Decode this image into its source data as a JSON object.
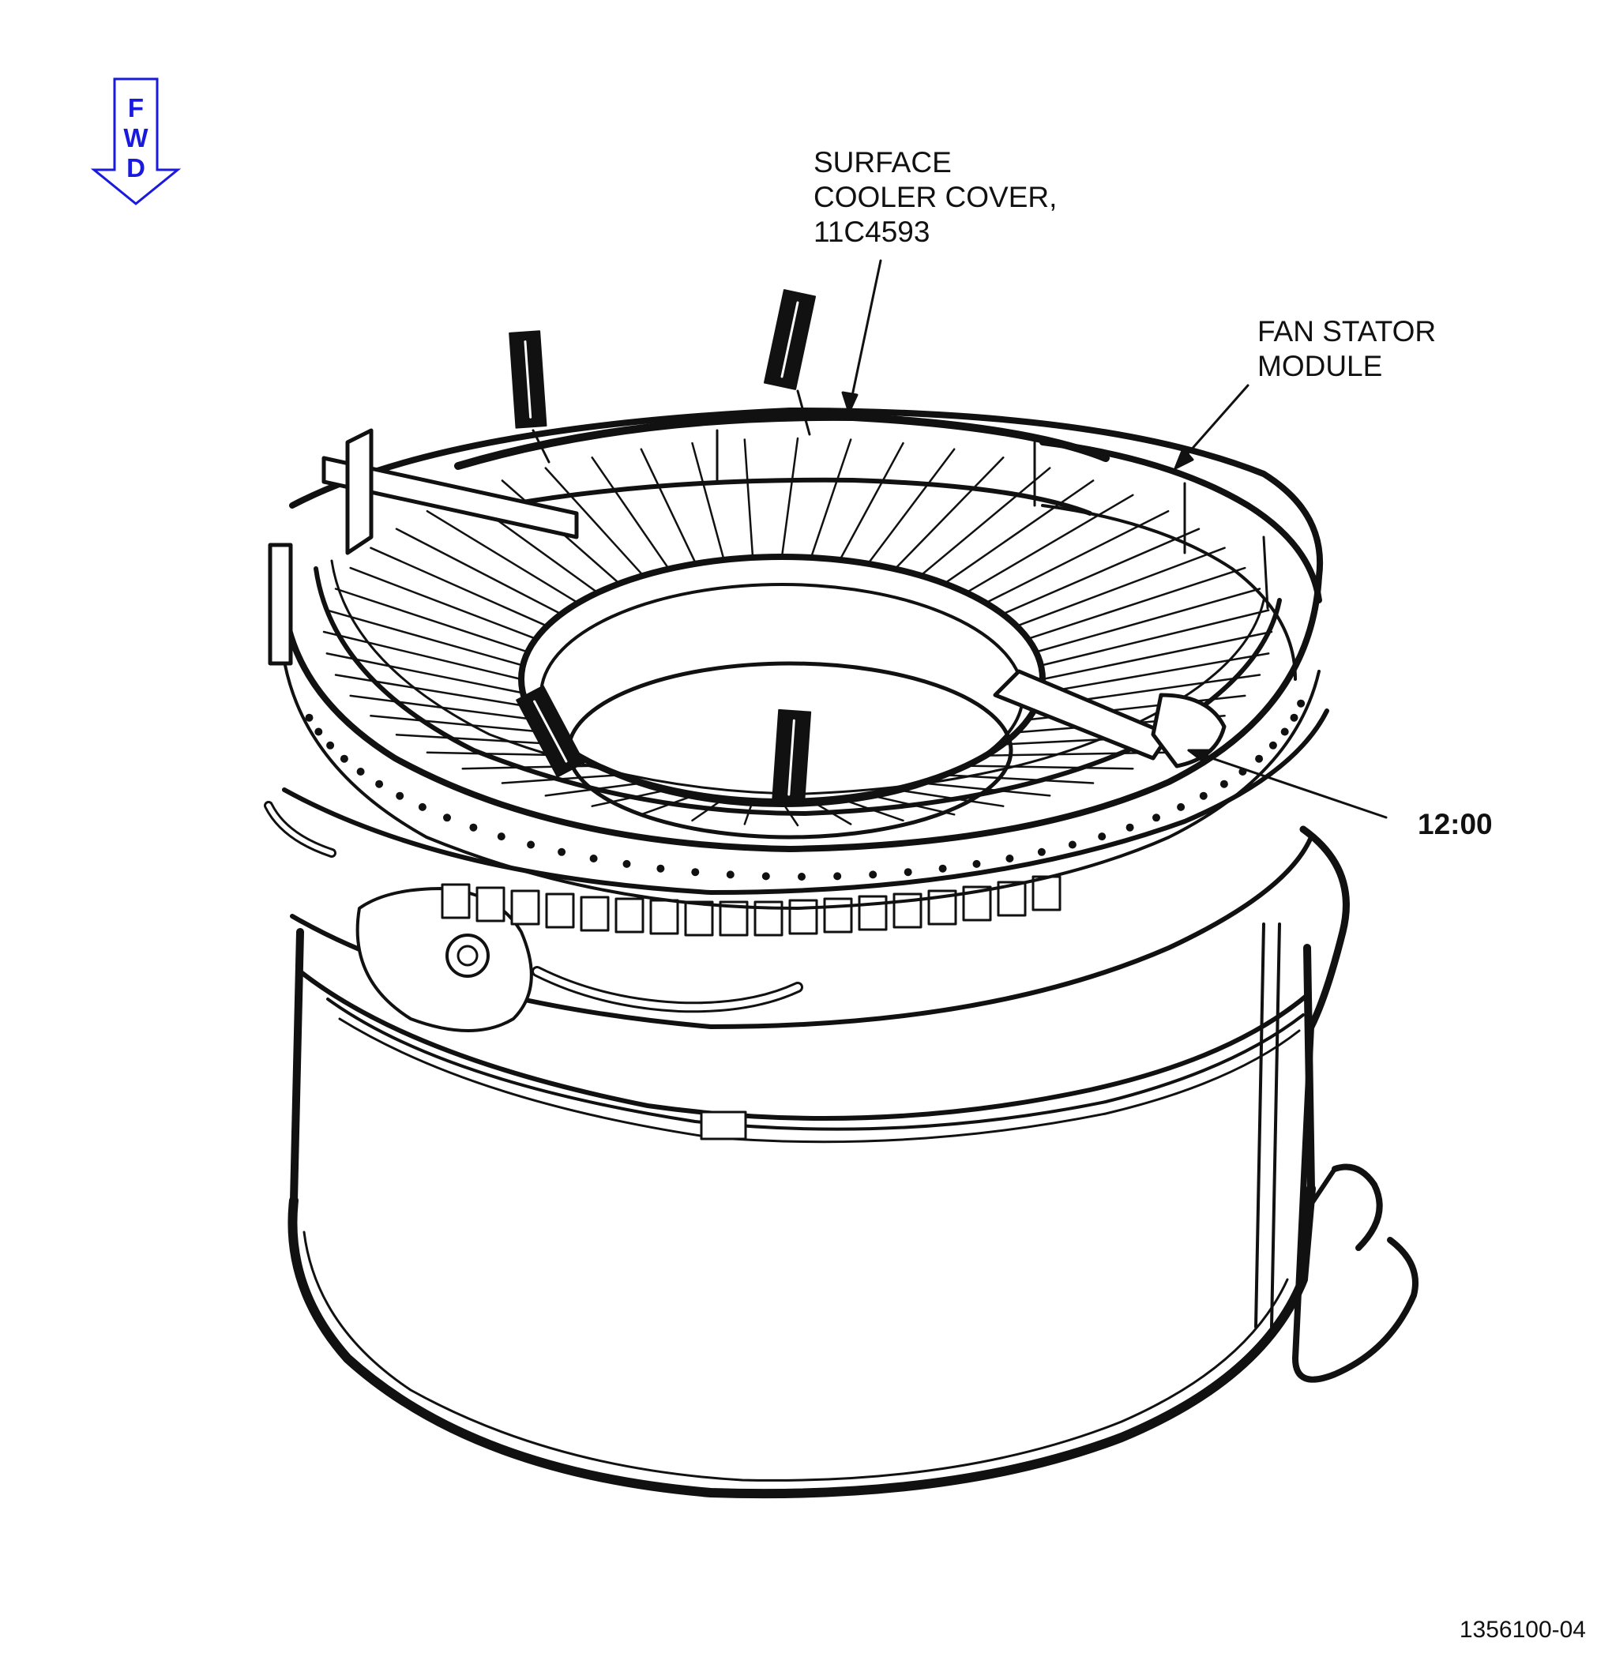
{
  "orientation": {
    "direction_letters": [
      "F",
      "W",
      "D"
    ],
    "arrow_color": "#1a1adf"
  },
  "callouts": {
    "surface_cooler_cover": {
      "lines": [
        "SURFACE",
        "COOLER COVER,",
        "11C4593"
      ]
    },
    "fan_stator_module": {
      "lines": [
        "FAN STATOR",
        "MODULE"
      ]
    },
    "clock_position": {
      "text": "12:00"
    }
  },
  "figure_number": "1356100-04",
  "colors": {
    "line": "#111111",
    "background": "#ffffff",
    "accent": "#1a1adf"
  }
}
